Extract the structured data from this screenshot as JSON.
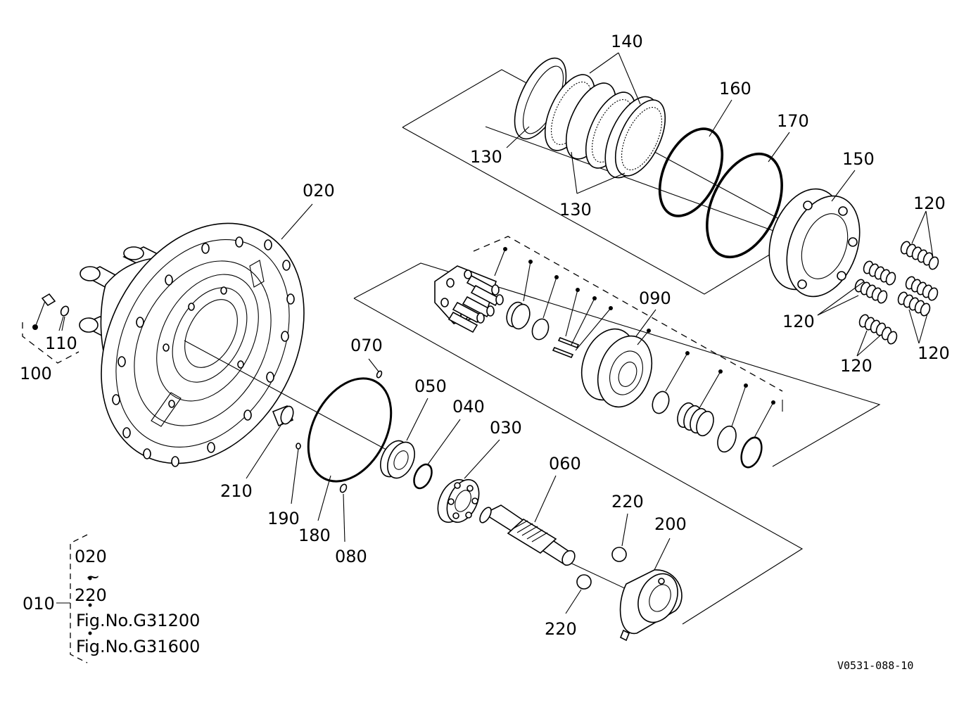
{
  "callouts": {
    "c020": "020",
    "c030": "030",
    "c040": "040",
    "c050": "050",
    "c060": "060",
    "c070": "070",
    "c080": "080",
    "c090": "090",
    "c100": "100",
    "c110": "110",
    "c120a": "120",
    "c120b": "120",
    "c120c": "120",
    "c120d": "120",
    "c130a": "130",
    "c130b": "130",
    "c140": "140",
    "c150": "150",
    "c160": "160",
    "c170": "170",
    "c180": "180",
    "c190": "190",
    "c200": "200",
    "c210": "210",
    "c220a": "220",
    "c220b": "220"
  },
  "assembly": {
    "code": "010",
    "range_start": "020",
    "range_sep": "~",
    "range_end": "220",
    "fig_ref_1": "Fig.No.G31200",
    "fig_ref_2": "Fig.No.G31600"
  },
  "drawing_id": "V0531-088-10"
}
